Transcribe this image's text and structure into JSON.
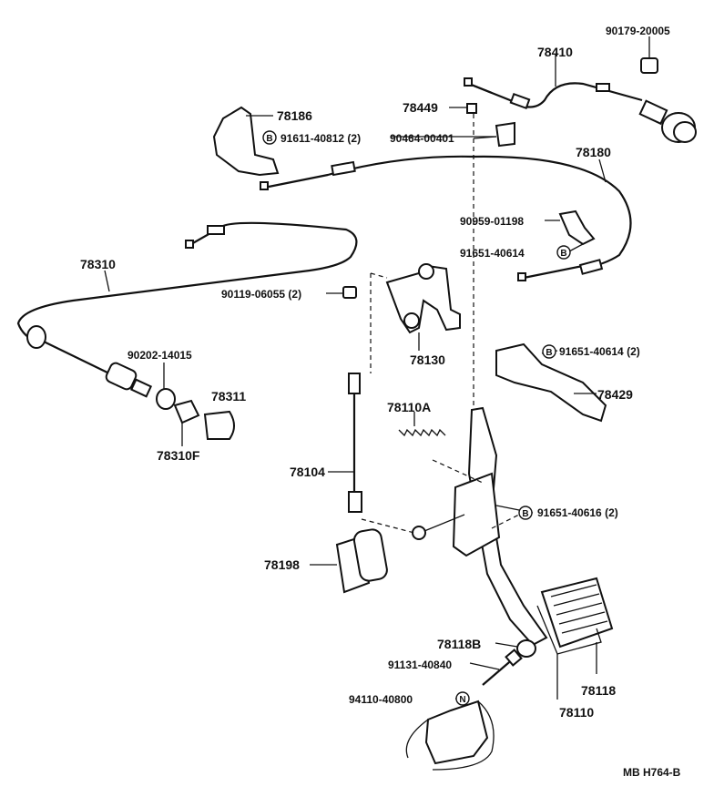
{
  "labels": {
    "p90179": "90179-20005",
    "p78410": "78410",
    "p78449": "78449",
    "p78186": "78186",
    "p91611": "91611-40812 (2)",
    "p90464": "90464-00401",
    "p78180": "78180",
    "p90959": "90959-01198",
    "p91651a": "91651-40614",
    "p78310": "78310",
    "p90119": "90119-06055 (2)",
    "p78130": "78130",
    "p91651b": "91651-40614 (2)",
    "p78429": "78429",
    "p90202": "90202-14015",
    "p78311": "78311",
    "p78310F": "78310F",
    "p78110A": "78110A",
    "p78104": "78104",
    "p91651c": "91651-40616 (2)",
    "p78198": "78198",
    "p78118B": "78118B",
    "p91131": "91131-40840",
    "p94110": "94110-40800",
    "p78118": "78118",
    "p78110": "78110",
    "code": "MB  H764-B"
  },
  "markers": {
    "b": "B",
    "n": "N"
  }
}
